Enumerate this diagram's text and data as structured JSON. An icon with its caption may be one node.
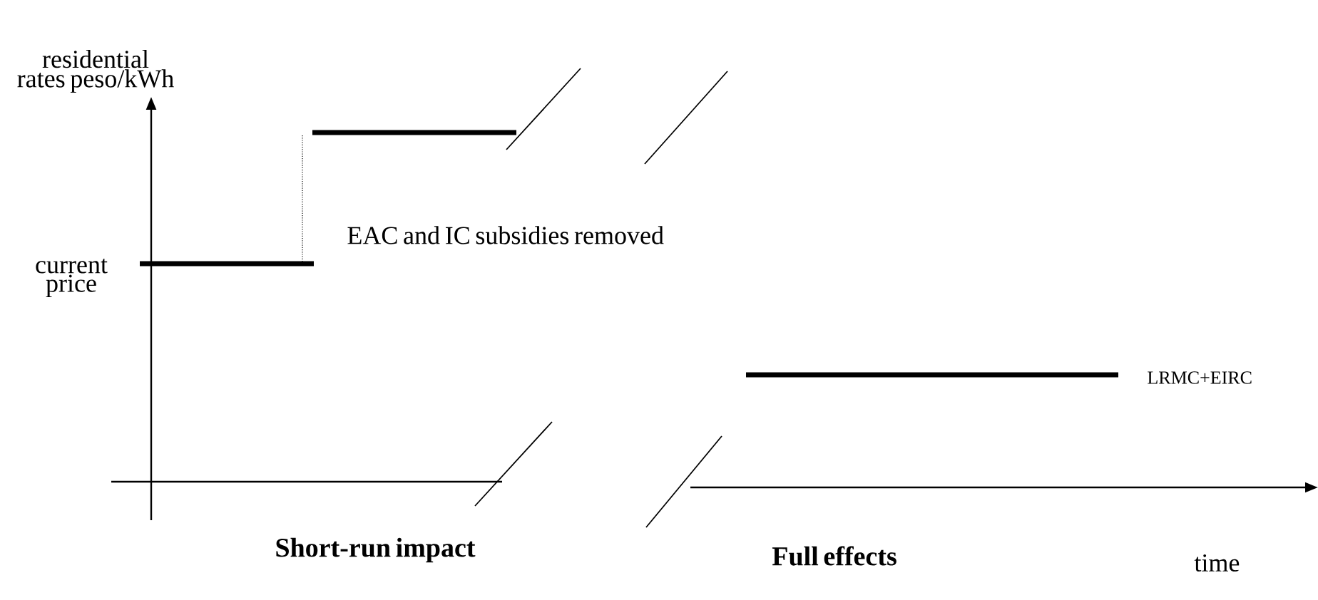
{
  "diagram": {
    "labels": [
      "residential rates peso/kWh",
      "current price",
      "EAC and IC subsidies removed",
      "LRMC+EIRC",
      "Short-run impact",
      "Full effects",
      "time"
    ]
  }
}
